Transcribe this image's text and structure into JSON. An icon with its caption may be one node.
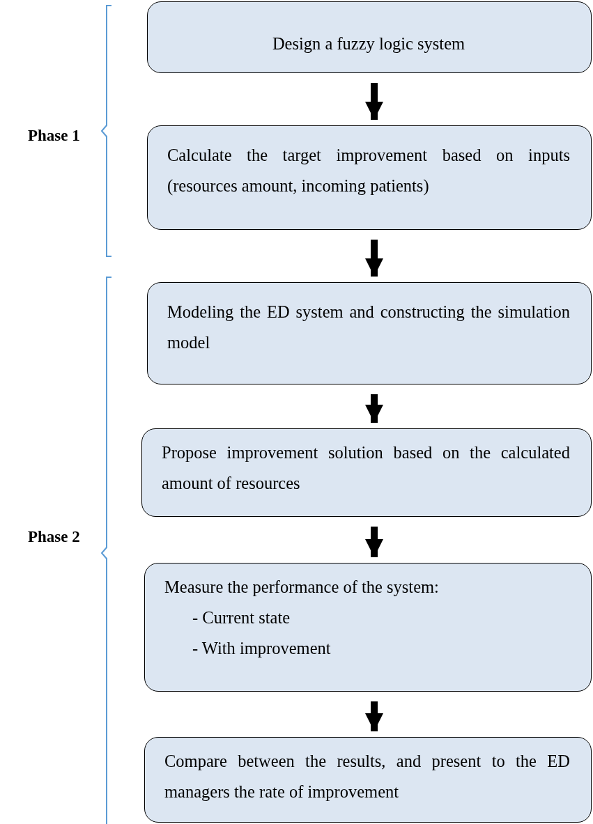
{
  "diagram": {
    "nodes": [
      {
        "text": [
          "Design a fuzzy logic system"
        ]
      },
      {
        "text": [
          "Calculate the target improvement based on inputs (resources amount, incoming patients)"
        ]
      },
      {
        "text": [
          "Modeling the ED system and constructing the simulation model"
        ]
      },
      {
        "text": [
          "Propose improvement solution based on the calculated amount of resources"
        ]
      },
      {
        "text": [
          "Measure the performance of the system:",
          "- Current state",
          "- With improvement"
        ]
      },
      {
        "text": [
          "Compare between the results, and present to the ED managers the rate of improvement"
        ]
      }
    ],
    "edges": [
      {
        "from": 0,
        "to": 1,
        "arrow": "to"
      },
      {
        "from": 1,
        "to": 2,
        "arrow": "to"
      },
      {
        "from": 2,
        "to": 3,
        "arrow": "to"
      },
      {
        "from": 3,
        "to": 4,
        "arrow": "to"
      },
      {
        "from": 4,
        "to": 5,
        "arrow": "to"
      }
    ],
    "labels": [
      "Phase 1",
      "Phase 2"
    ]
  }
}
